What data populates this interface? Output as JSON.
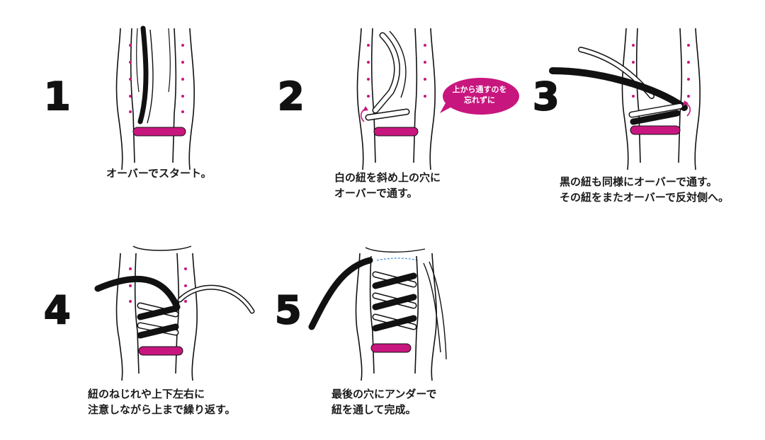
{
  "colors": {
    "accent": "#c8167f",
    "outline": "#111111",
    "lace_black": "#111111",
    "lace_white": "#ffffff",
    "hint": "#3b8fd9"
  },
  "steps": [
    {
      "number": "1",
      "caption": [
        "オーバーでスタート。"
      ]
    },
    {
      "number": "2",
      "caption": [
        "白の紐を斜め上の穴に",
        "オーバーで通す。"
      ]
    },
    {
      "number": "3",
      "caption": [
        "黒の紐も同様にオーバーで通す。",
        "その紐をまたオーバーで反対側へ。"
      ]
    },
    {
      "number": "4",
      "caption": [
        "紐のねじれや上下左右に",
        "注意しながら上まで繰り返す。"
      ]
    },
    {
      "number": "5",
      "caption": [
        "最後の穴にアンダーで",
        "紐を通して完成。"
      ]
    }
  ],
  "bubble": {
    "lines": [
      "上から通すのを",
      "忘れずに"
    ]
  }
}
